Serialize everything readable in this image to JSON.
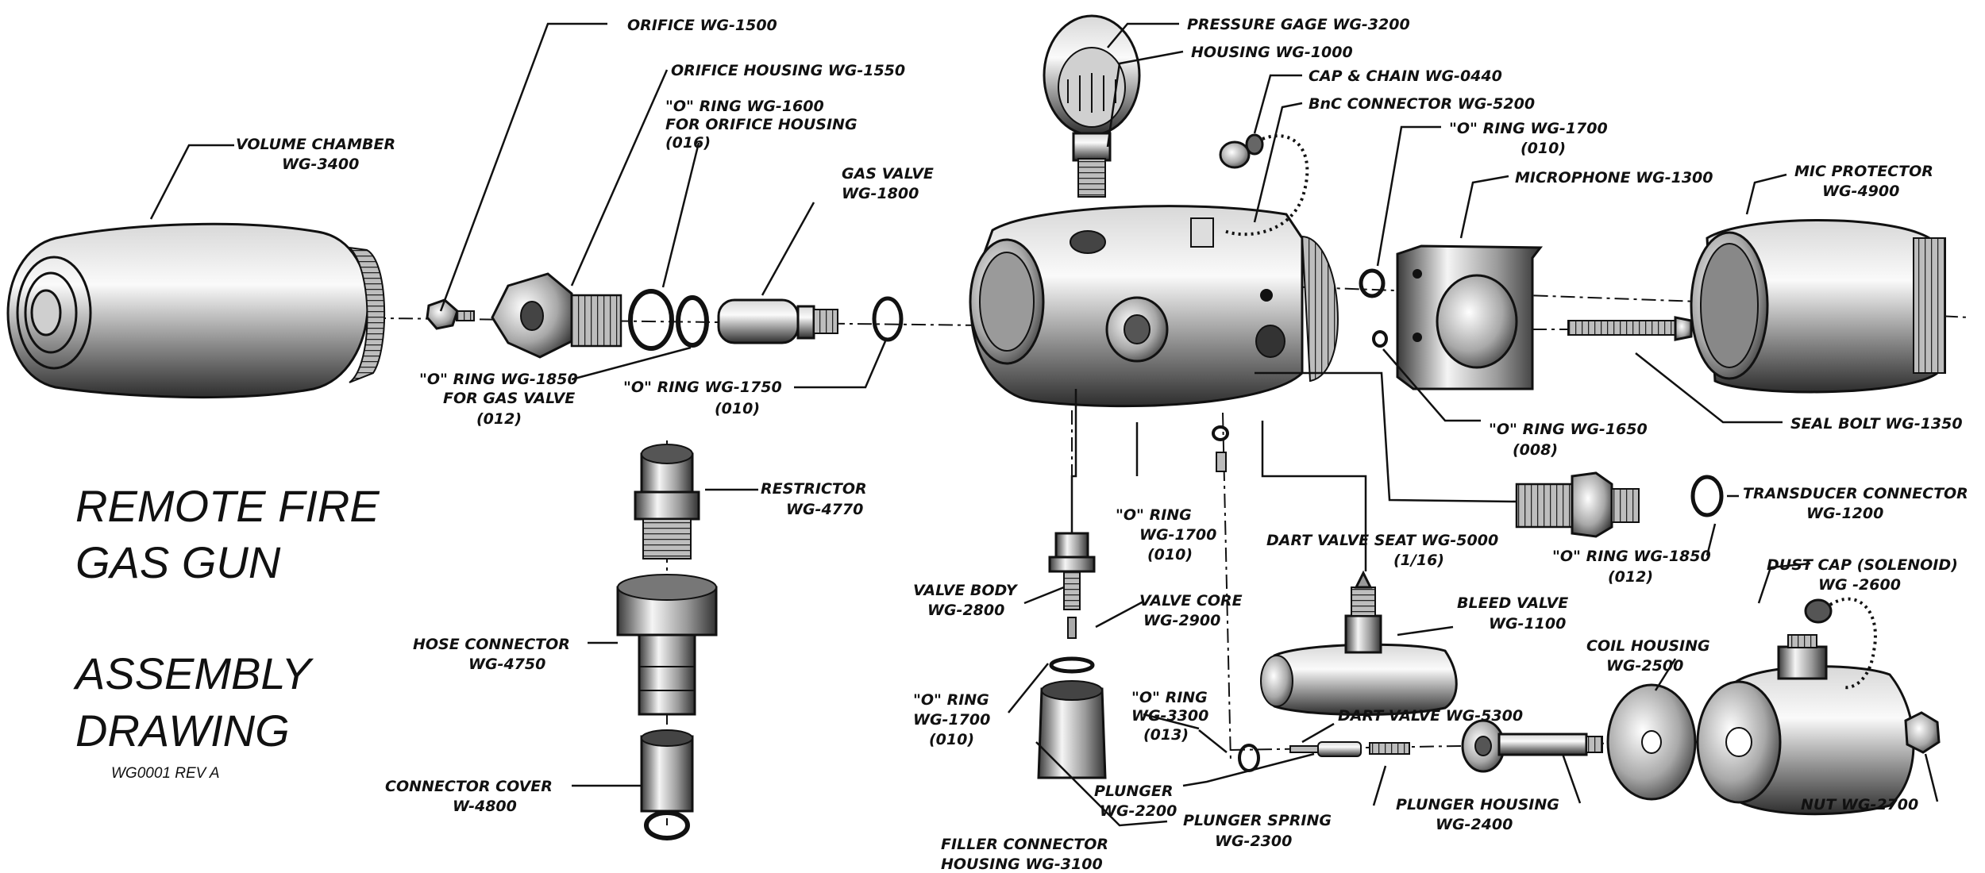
{
  "title_lines": [
    "REMOTE FIRE",
    "GAS GUN"
  ],
  "subtitle_lines": [
    "ASSEMBLY",
    "DRAWING"
  ],
  "drawing_number": "WG0001 REV A",
  "labels": {
    "orifice": [
      "ORIFICE  WG-1500"
    ],
    "orifice_housing": [
      "ORIFICE HOUSING  WG-1550"
    ],
    "oring_1600": [
      "\"O\" RING WG-1600",
      "FOR ORIFICE HOUSING",
      "(016)"
    ],
    "gas_valve": [
      "GAS VALVE",
      "WG-1800"
    ],
    "volume_chamber": [
      "VOLUME   CHAMBER",
      "WG-3400"
    ],
    "oring_1850_gas": [
      "\"O\" RING WG-1850",
      "FOR GAS VALVE",
      "(012)"
    ],
    "oring_1750": [
      "\"O\" RING WG-1750",
      "(010)"
    ],
    "pressure_gage": [
      "PRESSURE GAGE  WG-3200"
    ],
    "housing": [
      "HOUSING  WG-1000"
    ],
    "cap_chain": [
      "CAP &  CHAIN  WG-0440"
    ],
    "bnc": [
      "BnC CONNECTOR  WG-5200"
    ],
    "oring_1700_top": [
      "\"O\" RING  WG-1700",
      "(010)"
    ],
    "microphone": [
      "MICROPHONE  WG-1300"
    ],
    "mic_protector": [
      "MIC PROTECTOR",
      "WG-4900"
    ],
    "seal_bolt": [
      "SEAL BOLT  WG-1350"
    ],
    "oring_1650": [
      "\"O\" RING  WG-1650",
      "(008)"
    ],
    "transducer": [
      "TRANSDUCER CONNECTOR",
      "WG-1200"
    ],
    "oring_1850_trans": [
      "\"O\" RING WG-1850",
      "(012)"
    ],
    "restrictor": [
      "RESTRICTOR",
      "WG-4770"
    ],
    "hose_connector": [
      "HOSE CONNECTOR",
      "WG-4750"
    ],
    "connector_cover": [
      "CONNECTOR COVER",
      "W-4800"
    ],
    "oring_1700_mid": [
      "\"O\" RING",
      "WG-1700",
      "(010)"
    ],
    "dart_valve_seat": [
      "DART VALVE SEAT  WG-5000",
      "(1/16)"
    ],
    "valve_body": [
      "VALVE BODY",
      "WG-2800"
    ],
    "valve_core": [
      "VALVE CORE",
      "WG-2900"
    ],
    "bleed_valve": [
      "BLEED  VALVE",
      "WG-1100"
    ],
    "dust_cap": [
      "DUST CAP (SOLENOID)",
      "WG -2600"
    ],
    "coil_housing": [
      "COIL HOUSING",
      "WG-2500"
    ],
    "oring_1700_low": [
      "\"O\" RING",
      "WG-1700",
      "(010)"
    ],
    "oring_3300": [
      "\"O\" RING",
      "WG-3300",
      "(013)"
    ],
    "dart_valve": [
      "DART  VALVE  WG-5300"
    ],
    "plunger": [
      "PLUNGER",
      "WG-2200"
    ],
    "plunger_spring": [
      "PLUNGER SPRING",
      "WG-2300"
    ],
    "plunger_housing": [
      "PLUNGER HOUSING",
      "WG-2400"
    ],
    "nut": [
      "NUT  WG-2700"
    ],
    "filler_connector": [
      "FILLER CONNECTOR",
      "HOUSING  WG-3100"
    ]
  }
}
